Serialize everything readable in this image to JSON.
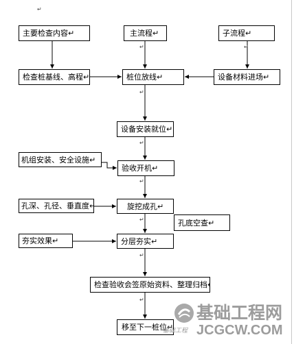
{
  "nodes": {
    "main_check": "主要检查内容↵",
    "main_flow": "主流程↵",
    "sub_flow": "子流程↵",
    "check_baseline": "检查桩基线、高程↵",
    "pile_layout": "桩位放线↵",
    "materials_entry": "设备材料进场↵",
    "equip_in_place": "设备安装就位↵",
    "unit_install": "机组安装、安全设施↵",
    "accept_start": "验收开机↵",
    "hole_params": "孔深、孔径、垂直度↵",
    "rotary_drill": "旋挖成孔↵",
    "hole_bottom": "孔底空查↵",
    "compact_effect": "夯实效果↵",
    "layer_compact": "分层夯实↵",
    "inspection_archive": "检查验收会签原始资料、整理归档↵",
    "next_pile": "移至下一桩位↵"
  },
  "para_marks": [
    "↵",
    "↵",
    "↵",
    "↵",
    "↵",
    "↵",
    "↵",
    "↵",
    "↵"
  ],
  "watermark": {
    "name": "基础工程网",
    "domain": "JCGCW.COM",
    "small": "基础工程",
    "color": "#9c9c9c"
  },
  "colors": {
    "line": "#000000",
    "border": "#000000"
  }
}
